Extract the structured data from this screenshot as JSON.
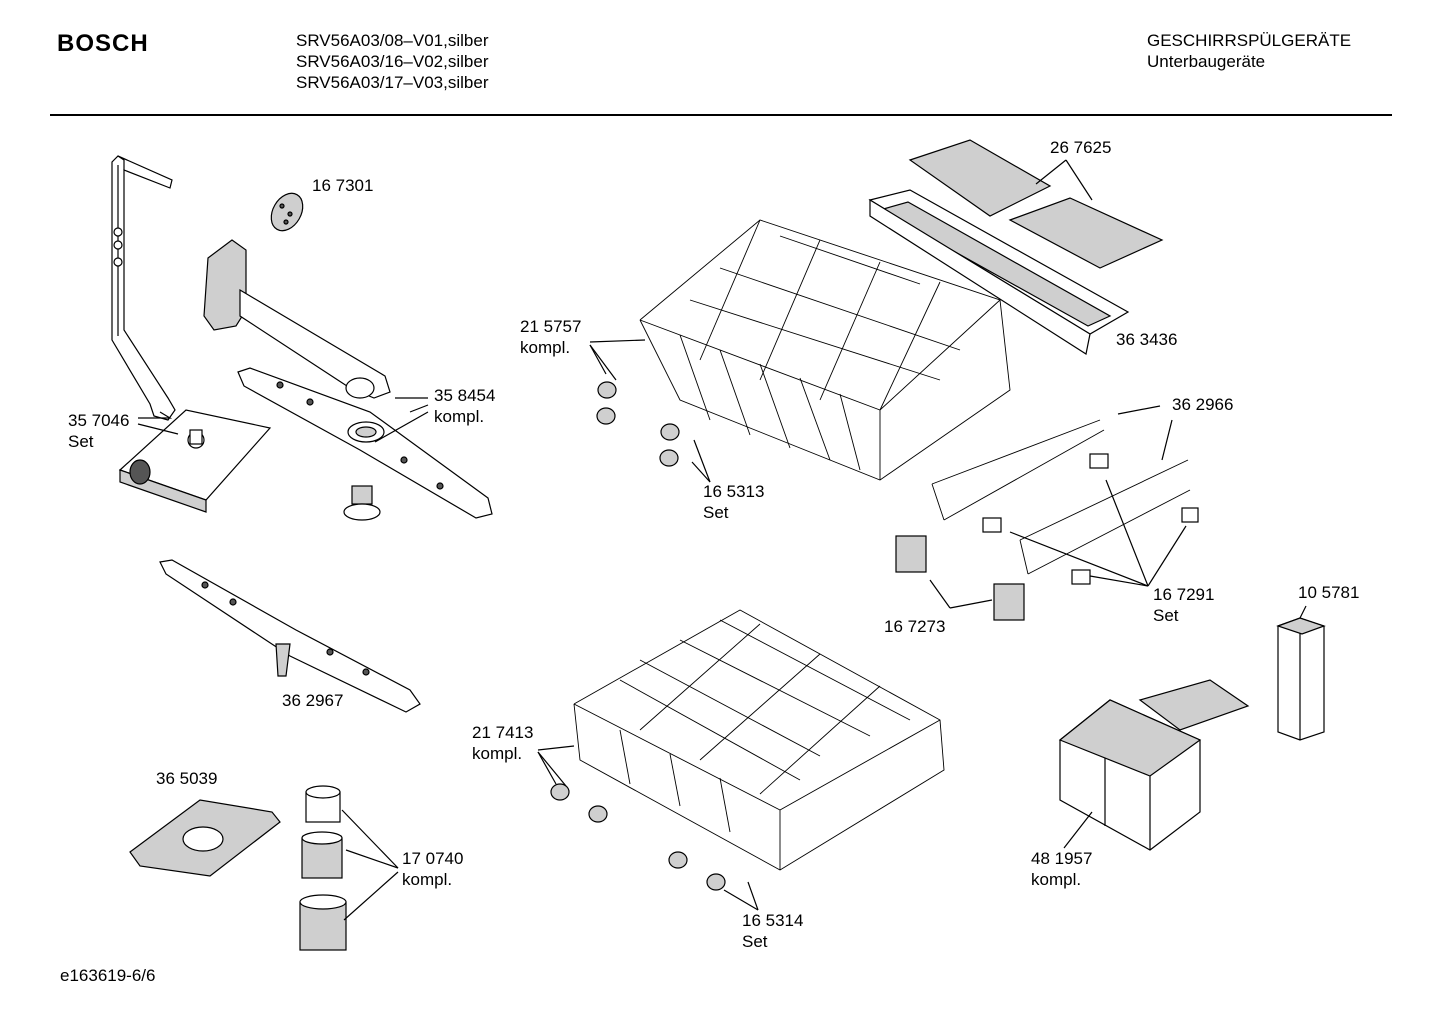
{
  "header": {
    "brand": "BOSCH",
    "models": [
      "SRV56A03/08–V01,silber",
      "SRV56A03/16–V02,silber",
      "SRV56A03/17–V03,silber"
    ],
    "category": "GESCHIRRSPÜLGERÄTE",
    "subcategory": "Unterbaugeräte"
  },
  "parts": [
    {
      "id": "p357046",
      "number": "35 7046",
      "note": "Set"
    },
    {
      "id": "p167301",
      "number": "16 7301",
      "note": ""
    },
    {
      "id": "p358454",
      "number": "35 8454",
      "note": "kompl."
    },
    {
      "id": "p215757",
      "number": "21 5757",
      "note": "kompl."
    },
    {
      "id": "p165313",
      "number": "16 5313",
      "note": "Set"
    },
    {
      "id": "p267625",
      "number": "26 7625",
      "note": ""
    },
    {
      "id": "p363436",
      "number": "36 3436",
      "note": ""
    },
    {
      "id": "p362966",
      "number": "36 2966",
      "note": ""
    },
    {
      "id": "p167291",
      "number": "16 7291",
      "note": "Set"
    },
    {
      "id": "p167273",
      "number": "16 7273",
      "note": ""
    },
    {
      "id": "p105781",
      "number": "10 5781",
      "note": ""
    },
    {
      "id": "p362967",
      "number": "36 2967",
      "note": ""
    },
    {
      "id": "p217413",
      "number": "21 7413",
      "note": "kompl."
    },
    {
      "id": "p365039",
      "number": "36 5039",
      "note": ""
    },
    {
      "id": "p170740",
      "number": "17 0740",
      "note": "kompl."
    },
    {
      "id": "p165314",
      "number": "16 5314",
      "note": "Set"
    },
    {
      "id": "p481957",
      "number": "48 1957",
      "note": "kompl."
    }
  ],
  "footer": {
    "drawing_id": "e163619-6/6"
  }
}
